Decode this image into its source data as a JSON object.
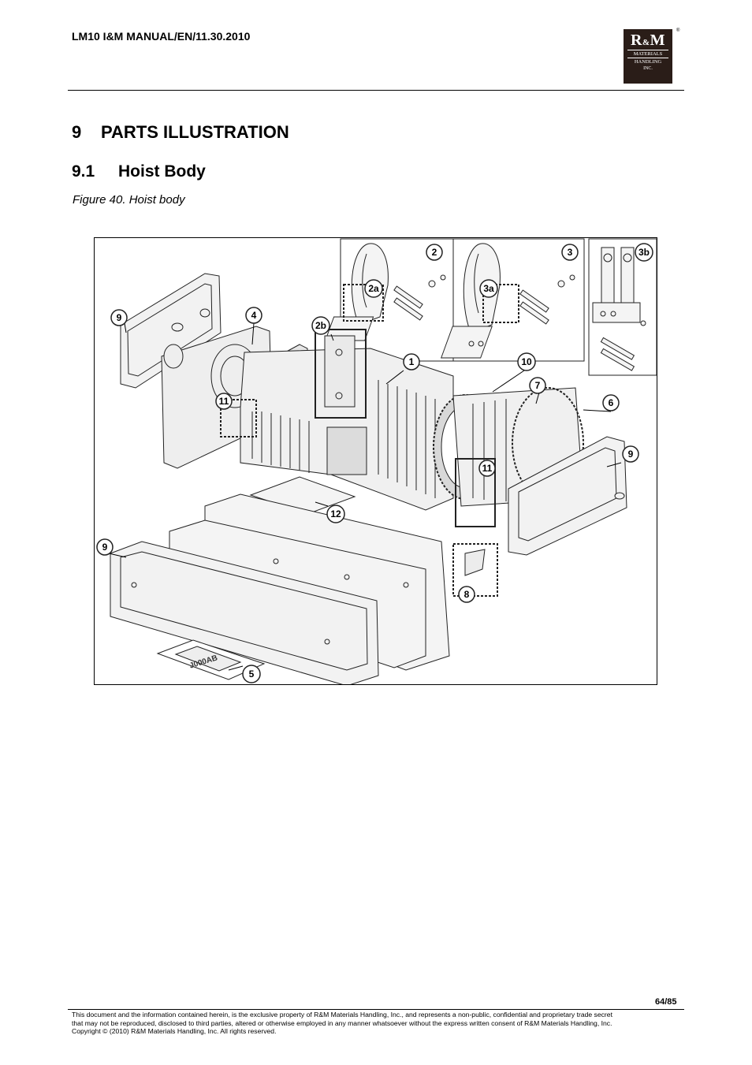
{
  "header": {
    "doc_id": "LM10 I&M MANUAL/EN/11.30.2010",
    "logo": {
      "brand": "R&M",
      "line1": "MATERIALS",
      "line2": "HANDLING",
      "line3": "INC.",
      "mark": "®"
    }
  },
  "section": {
    "number": "9",
    "title": "PARTS ILLUSTRATION"
  },
  "subsection": {
    "number": "9.1",
    "title": "Hoist Body"
  },
  "figure": {
    "caption": "Figure 40. Hoist body",
    "callouts": [
      "1",
      "2",
      "2a",
      "2b",
      "3",
      "3a",
      "3b",
      "4",
      "5",
      "6",
      "7",
      "8",
      "9",
      "10",
      "11",
      "12"
    ],
    "plate_text": "J000AB"
  },
  "page": {
    "number": "64/85"
  },
  "footer": {
    "line1": "This document and the information contained herein, is the exclusive property of R&M Materials Handling, Inc., and represents a non-public, confidential and proprietary trade secret",
    "line2": "that may not be reproduced, disclosed to third parties, altered or otherwise employed in any manner whatsoever without the express written consent of R&M Materials Handling, Inc.",
    "line3": "Copyright © (2010) R&M Materials Handling, Inc.  All rights reserved."
  }
}
